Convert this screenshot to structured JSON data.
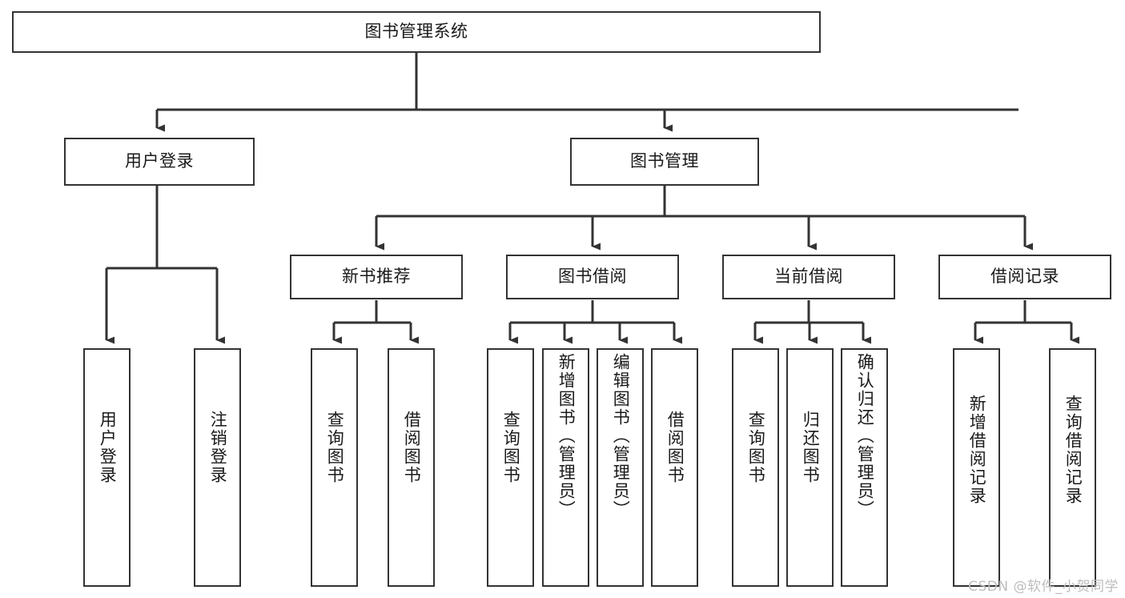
{
  "diagram": {
    "title": "图书管理系统",
    "type": "tree-hierarchy",
    "watermark": "CSDN @软件_小贺同学",
    "line_color": "#333333",
    "box_fill": "#ffffff",
    "text_color": "#1a1a1a",
    "root": {
      "id": "root",
      "label": "图书管理系统"
    },
    "level2": [
      {
        "id": "user-login",
        "label": "用户登录"
      },
      {
        "id": "book-manage",
        "label": "图书管理"
      }
    ],
    "level3": [
      {
        "id": "new-book-rec",
        "label": "新书推荐",
        "parent": "book-manage"
      },
      {
        "id": "book-borrow",
        "label": "图书借阅",
        "parent": "book-manage"
      },
      {
        "id": "current-borrow",
        "label": "当前借阅",
        "parent": "book-manage"
      },
      {
        "id": "borrow-record",
        "label": "借阅记录",
        "parent": "book-manage"
      }
    ],
    "leaves": {
      "user-login": [
        {
          "id": "leaf-user-login",
          "label": "用户登录"
        },
        {
          "id": "leaf-user-logout",
          "label": "注销登录"
        }
      ],
      "new-book-rec": [
        {
          "id": "leaf-query-book-1",
          "label": "查询图书"
        },
        {
          "id": "leaf-borrow-book-1",
          "label": "借阅图书"
        }
      ],
      "book-borrow": [
        {
          "id": "leaf-query-book-2",
          "label": "查询图书"
        },
        {
          "id": "leaf-add-book",
          "label": "新增图书（管理员）"
        },
        {
          "id": "leaf-edit-book",
          "label": "编辑图书（管理员）"
        },
        {
          "id": "leaf-borrow-book-2",
          "label": "借阅图书"
        }
      ],
      "current-borrow": [
        {
          "id": "leaf-query-book-3",
          "label": "查询图书"
        },
        {
          "id": "leaf-return-book",
          "label": "归还图书"
        },
        {
          "id": "leaf-confirm-return",
          "label": "确认归还（管理员）"
        }
      ],
      "borrow-record": [
        {
          "id": "leaf-add-record",
          "label": "新增借阅记录"
        },
        {
          "id": "leaf-query-record",
          "label": "查询借阅记录"
        }
      ]
    }
  }
}
